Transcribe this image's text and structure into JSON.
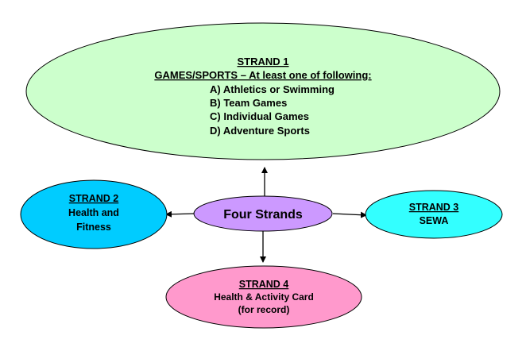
{
  "strand1": {
    "title": "STRAND 1",
    "heading": "GAMES/SPORTS – At least one of following:",
    "items": [
      "A) Athletics or Swimming",
      "B) Team Games",
      "C) Individual Games",
      "D) Adventure Sports"
    ],
    "color": "#ccffcc"
  },
  "center": {
    "label": "Four Strands",
    "color": "#cc99ff"
  },
  "strand2": {
    "title": "STRAND 2",
    "line1": "Health and",
    "line2": "Fitness",
    "color": "#00ccff"
  },
  "strand3": {
    "title": "STRAND 3",
    "line1": "SEWA",
    "color": "#33ffff"
  },
  "strand4": {
    "title": "STRAND 4",
    "line1": "Health & Activity Card",
    "line2": "(for record)",
    "color": "#ff99cc"
  }
}
